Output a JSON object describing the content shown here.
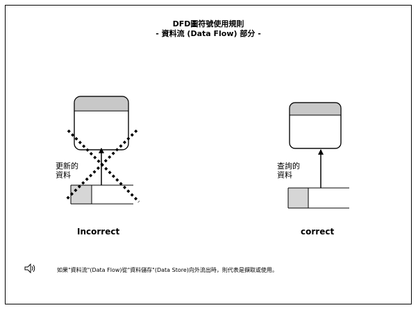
{
  "slide": {
    "title_line1": "DFD圖符號使用規則",
    "title_line2": "- 資料流 (Data Flow) 部分 -"
  },
  "left": {
    "edge_label_line1": "更新的",
    "edge_label_line2": "資料",
    "case_label": "Incorrect"
  },
  "right": {
    "edge_label_line1": "查詢的",
    "edge_label_line2": "資料",
    "case_label": "correct"
  },
  "caption": "如果\"資料流\"(Data Flow)從\"資料儲存\"(Data Store)向外流出時，則代表是擷取或使用。",
  "icons": {
    "speaker": "speaker-icon"
  },
  "colors": {
    "process_header": "#c8c8c8",
    "store_id_cell": "#d6d6d6",
    "border": "#000000"
  }
}
